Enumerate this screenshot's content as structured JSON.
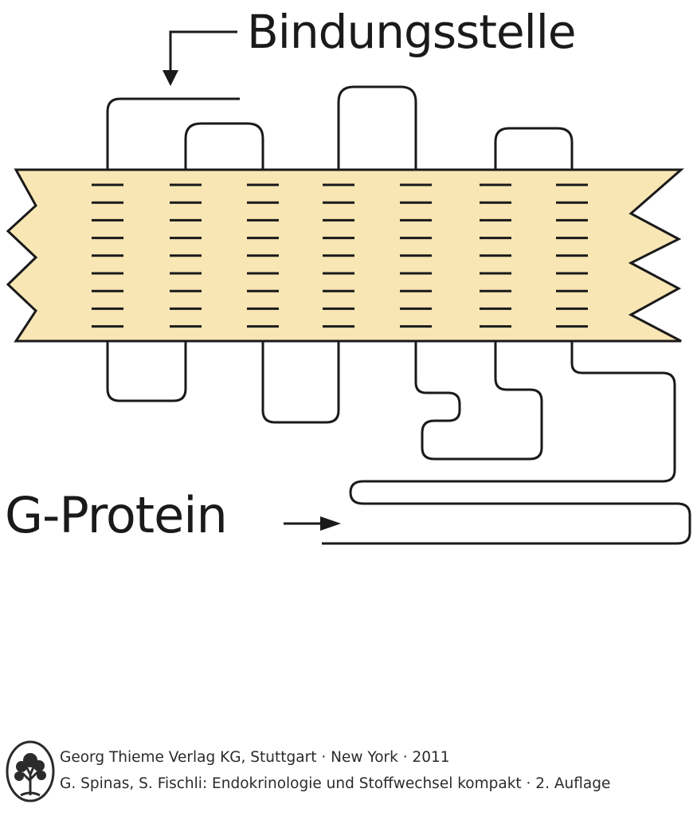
{
  "labels": {
    "binding_site": "Bindungsstelle",
    "g_protein": "G-Protein"
  },
  "credits": {
    "line1": "Georg Thieme Verlag KG, Stuttgart · New York · 2011",
    "line2": "G. Spinas, S. Fischli: Endokrinologie und Stoffwechsel kompakt · 2. Auflage"
  },
  "colors": {
    "membrane_fill": "#f8e6b4",
    "stroke": "#1a1a1a",
    "background": "#ffffff"
  },
  "icons": {
    "publisher_logo": "tree-logo-icon"
  }
}
